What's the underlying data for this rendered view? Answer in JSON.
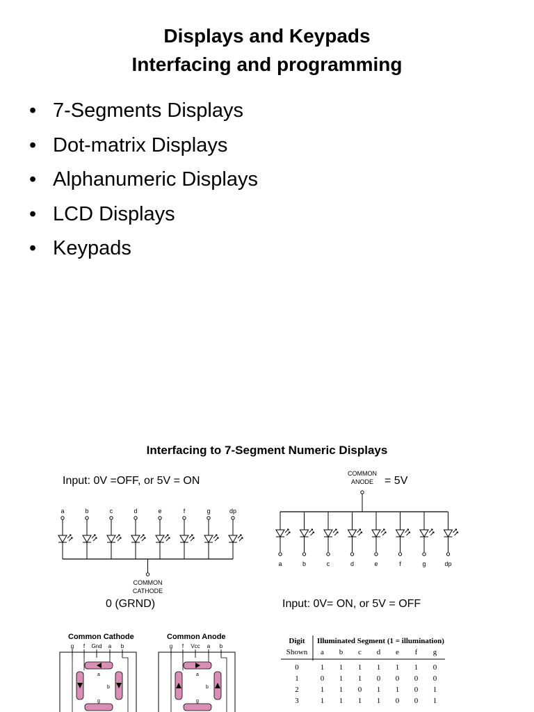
{
  "title": {
    "line1": "Displays and Keypads",
    "line2": "Interfacing and programming"
  },
  "bullets": [
    "7-Segments Displays",
    "Dot-matrix Displays",
    "Alphanumeric Displays",
    "LCD Displays",
    "Keypads"
  ],
  "figure": {
    "title": "Interfacing to 7-Segment Numeric Displays",
    "cc_input": "Input: 0V =OFF,  or 5V = ON",
    "cc_ground": "0 (GRND)",
    "ca_input": "Input: 0V= ON,  or 5V = OFF",
    "ca_voltage": "= 5V",
    "common_cathode_line1": "COMMON",
    "common_cathode_line2": "CATHODE",
    "common_anode_line1": "COMMON",
    "common_anode_line2": "ANODE",
    "segments": [
      "a",
      "b",
      "c",
      "d",
      "e",
      "f",
      "g",
      "dp"
    ],
    "pinout_cc_title": "Common Cathode",
    "pinout_ca_title": "Common Anode",
    "pinout_cc_pins": [
      "g",
      "f",
      "Gnd",
      "a",
      "b"
    ],
    "pinout_ca_pins": [
      "g",
      "f",
      "Vcc",
      "a",
      "b"
    ],
    "table": {
      "header_digit": "Digit",
      "header_shown": "Shown",
      "header_segment": "Illuminated Segment (1 = illumination)",
      "columns": [
        "a",
        "b",
        "c",
        "d",
        "e",
        "f",
        "g"
      ],
      "rows": [
        [
          "0",
          "1",
          "1",
          "1",
          "1",
          "1",
          "1",
          "0"
        ],
        [
          "1",
          "0",
          "1",
          "1",
          "0",
          "0",
          "0",
          "0"
        ],
        [
          "2",
          "1",
          "1",
          "0",
          "1",
          "1",
          "0",
          "1"
        ],
        [
          "3",
          "1",
          "1",
          "1",
          "1",
          "0",
          "0",
          "1"
        ]
      ]
    }
  }
}
